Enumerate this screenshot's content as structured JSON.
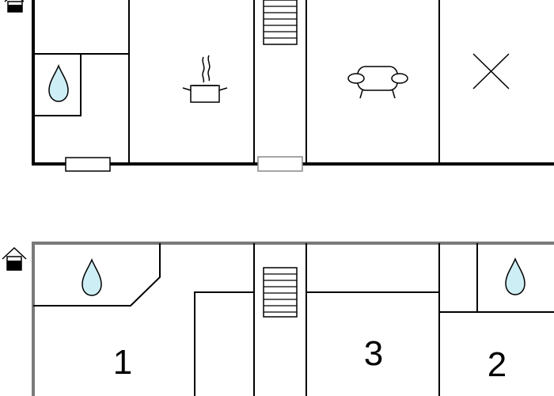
{
  "floor_plan": {
    "upper_floor": {
      "rooms": [
        {
          "name": "bathroom",
          "icon": "water-drop-icon"
        },
        {
          "name": "kitchen",
          "icon": "cooking-pot-icon"
        },
        {
          "name": "stairwell",
          "icon": "staircase-icon"
        },
        {
          "name": "living-room",
          "icon": "sofa-icon"
        },
        {
          "name": "room",
          "icon": "cross-icon"
        }
      ],
      "entrance_icon": "house-entrance-icon"
    },
    "lower_floor": {
      "bedrooms": [
        {
          "number": "1"
        },
        {
          "number": "3"
        },
        {
          "number": "2"
        }
      ],
      "icons": [
        "water-drop-icon",
        "staircase-icon",
        "water-drop-icon"
      ],
      "entrance_icon": "house-entrance-icon"
    },
    "colors": {
      "upper_walls": "#000000",
      "lower_walls": "#7a7a7a",
      "water_fill": "#cdeef4"
    }
  }
}
